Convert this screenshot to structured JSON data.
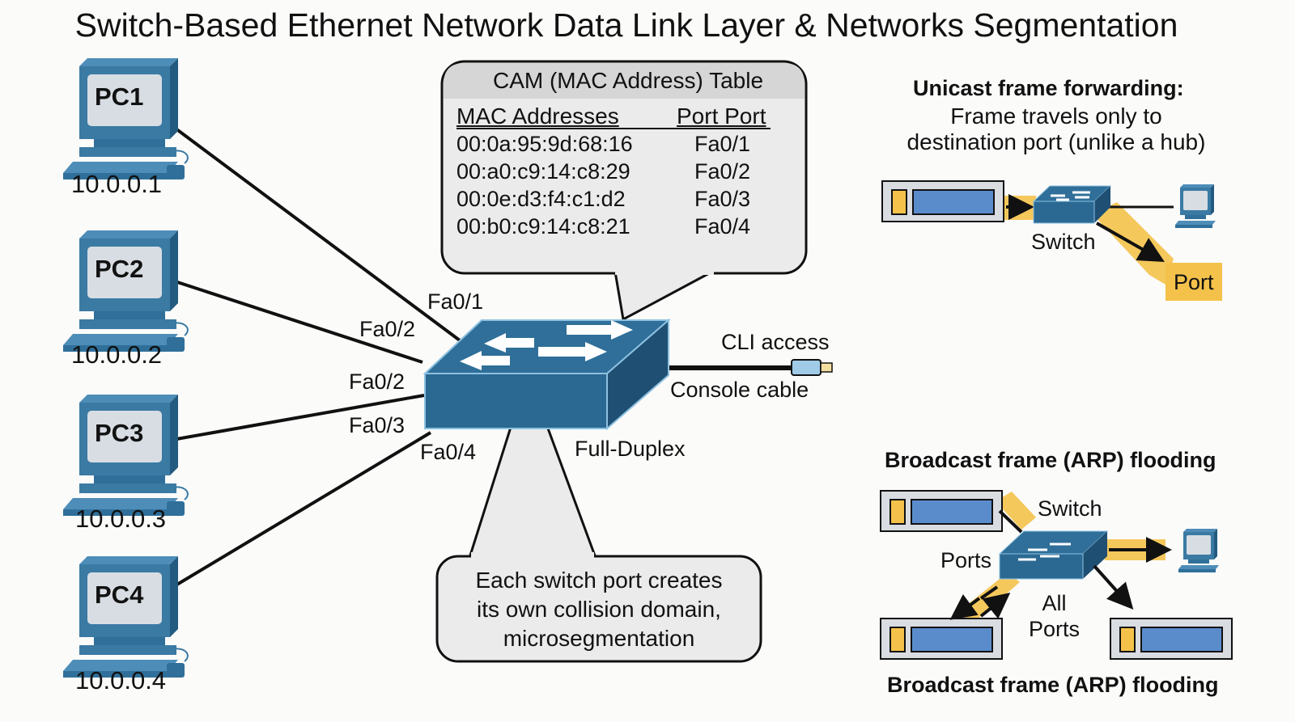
{
  "title": "Switch-Based Ethernet Network Data Link Layer & Networks Segmentation",
  "colors": {
    "switch_blue": "#2f6f99",
    "switch_dark": "#215577",
    "pc_blue": "#3a7aa3",
    "screen_gray": "#d7dde3",
    "frame_yellow": "#f4c24a",
    "frame_blue": "#5a8ccc",
    "callout_fill": "#ebebeb"
  },
  "pcs": [
    {
      "name": "PC1",
      "ip": "10.0.0.1"
    },
    {
      "name": "PC2",
      "ip": "10.0.0.2"
    },
    {
      "name": "PC3",
      "ip": "10.0.0.3"
    },
    {
      "name": "PC4",
      "ip": "10.0.0.4"
    }
  ],
  "port_labels": [
    "Fa0/1",
    "Fa0/2",
    "Fa0/2",
    "Fa0/3",
    "Fa0/4"
  ],
  "cam_table": {
    "title": "CAM (MAC Address) Table",
    "headers": [
      "MAC Addresses",
      "Port Port"
    ],
    "rows": [
      {
        "mac": "00:0a:95:9d:68:16",
        "port": "Fa0/1"
      },
      {
        "mac": "00:a0:c9:14:c8:29",
        "port": "Fa0/2"
      },
      {
        "mac": "00:0e:d3:f4:c1:d2",
        "port": "Fa0/3"
      },
      {
        "mac": "00:b0:c9:14:c8:21",
        "port": "Fa0/4"
      }
    ]
  },
  "switch_labels": {
    "cli_access": "CLI access",
    "console_cable": "Console cable",
    "full_duplex": "Full-Duplex"
  },
  "collision_callout": {
    "lines": [
      "Each switch port creates",
      "its own collision domain,",
      "microsegmentation"
    ]
  },
  "unicast": {
    "heading": "Unicast frame forwarding:",
    "desc_lines": [
      "Frame travels only to",
      "destination port (unlike a hub)"
    ],
    "switch_label": "Switch",
    "port_label": "Port"
  },
  "broadcast": {
    "heading_top": "Broadcast frame (ARP) flooding",
    "switch_label": "Switch",
    "ports_label": "Ports",
    "all_ports_lines": [
      "All",
      "Ports"
    ],
    "heading_bottom": "Broadcast frame (ARP) flooding"
  }
}
